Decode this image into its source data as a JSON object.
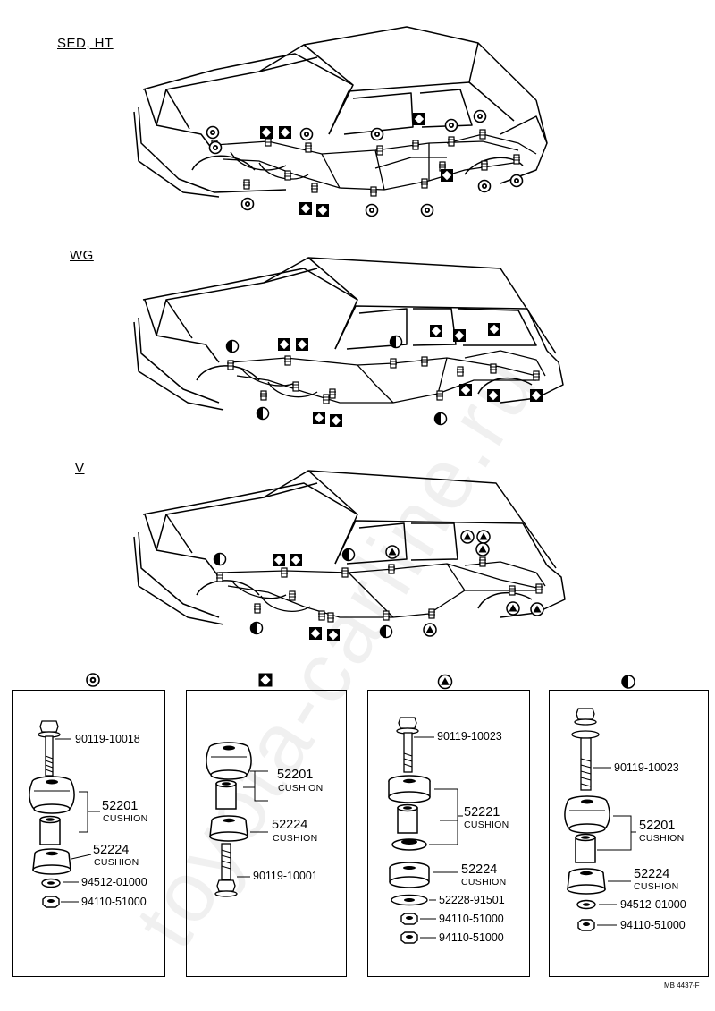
{
  "sections": {
    "sed_ht": "SED, HT",
    "wg": "WG",
    "v": "V"
  },
  "legend_symbols": [
    "ring-mount-symbol",
    "diamond-mount-symbol",
    "triangle-mount-symbol",
    "half-circle-mount-symbol"
  ],
  "panels": [
    {
      "symbol": "ring-mount-symbol",
      "parts": [
        {
          "number": "90119-10018",
          "desc": ""
        },
        {
          "number": "52201",
          "desc": "CUSHION"
        },
        {
          "number": "52224",
          "desc": "CUSHION"
        },
        {
          "number": "94512-01000",
          "desc": ""
        },
        {
          "number": "94110-51000",
          "desc": ""
        }
      ]
    },
    {
      "symbol": "diamond-mount-symbol",
      "parts": [
        {
          "number": "52201",
          "desc": "CUSHION"
        },
        {
          "number": "52224",
          "desc": "CUSHION"
        },
        {
          "number": "90119-10001",
          "desc": ""
        }
      ]
    },
    {
      "symbol": "triangle-mount-symbol",
      "parts": [
        {
          "number": "90119-10023",
          "desc": ""
        },
        {
          "number": "52221",
          "desc": "CUSHION"
        },
        {
          "number": "52224",
          "desc": "CUSHION"
        },
        {
          "number": "52228-91501",
          "desc": ""
        },
        {
          "number": "94110-51000",
          "desc": ""
        },
        {
          "number": "94110-51000",
          "desc": ""
        }
      ]
    },
    {
      "symbol": "half-circle-mount-symbol",
      "parts": [
        {
          "number": "90119-10023",
          "desc": ""
        },
        {
          "number": "52201",
          "desc": "CUSHION"
        },
        {
          "number": "52224",
          "desc": "CUSHION"
        },
        {
          "number": "94512-01000",
          "desc": ""
        },
        {
          "number": "94110-51000",
          "desc": ""
        }
      ]
    }
  ],
  "figure_code": "MB 4437-F",
  "watermark": "toyota-carline.ru"
}
